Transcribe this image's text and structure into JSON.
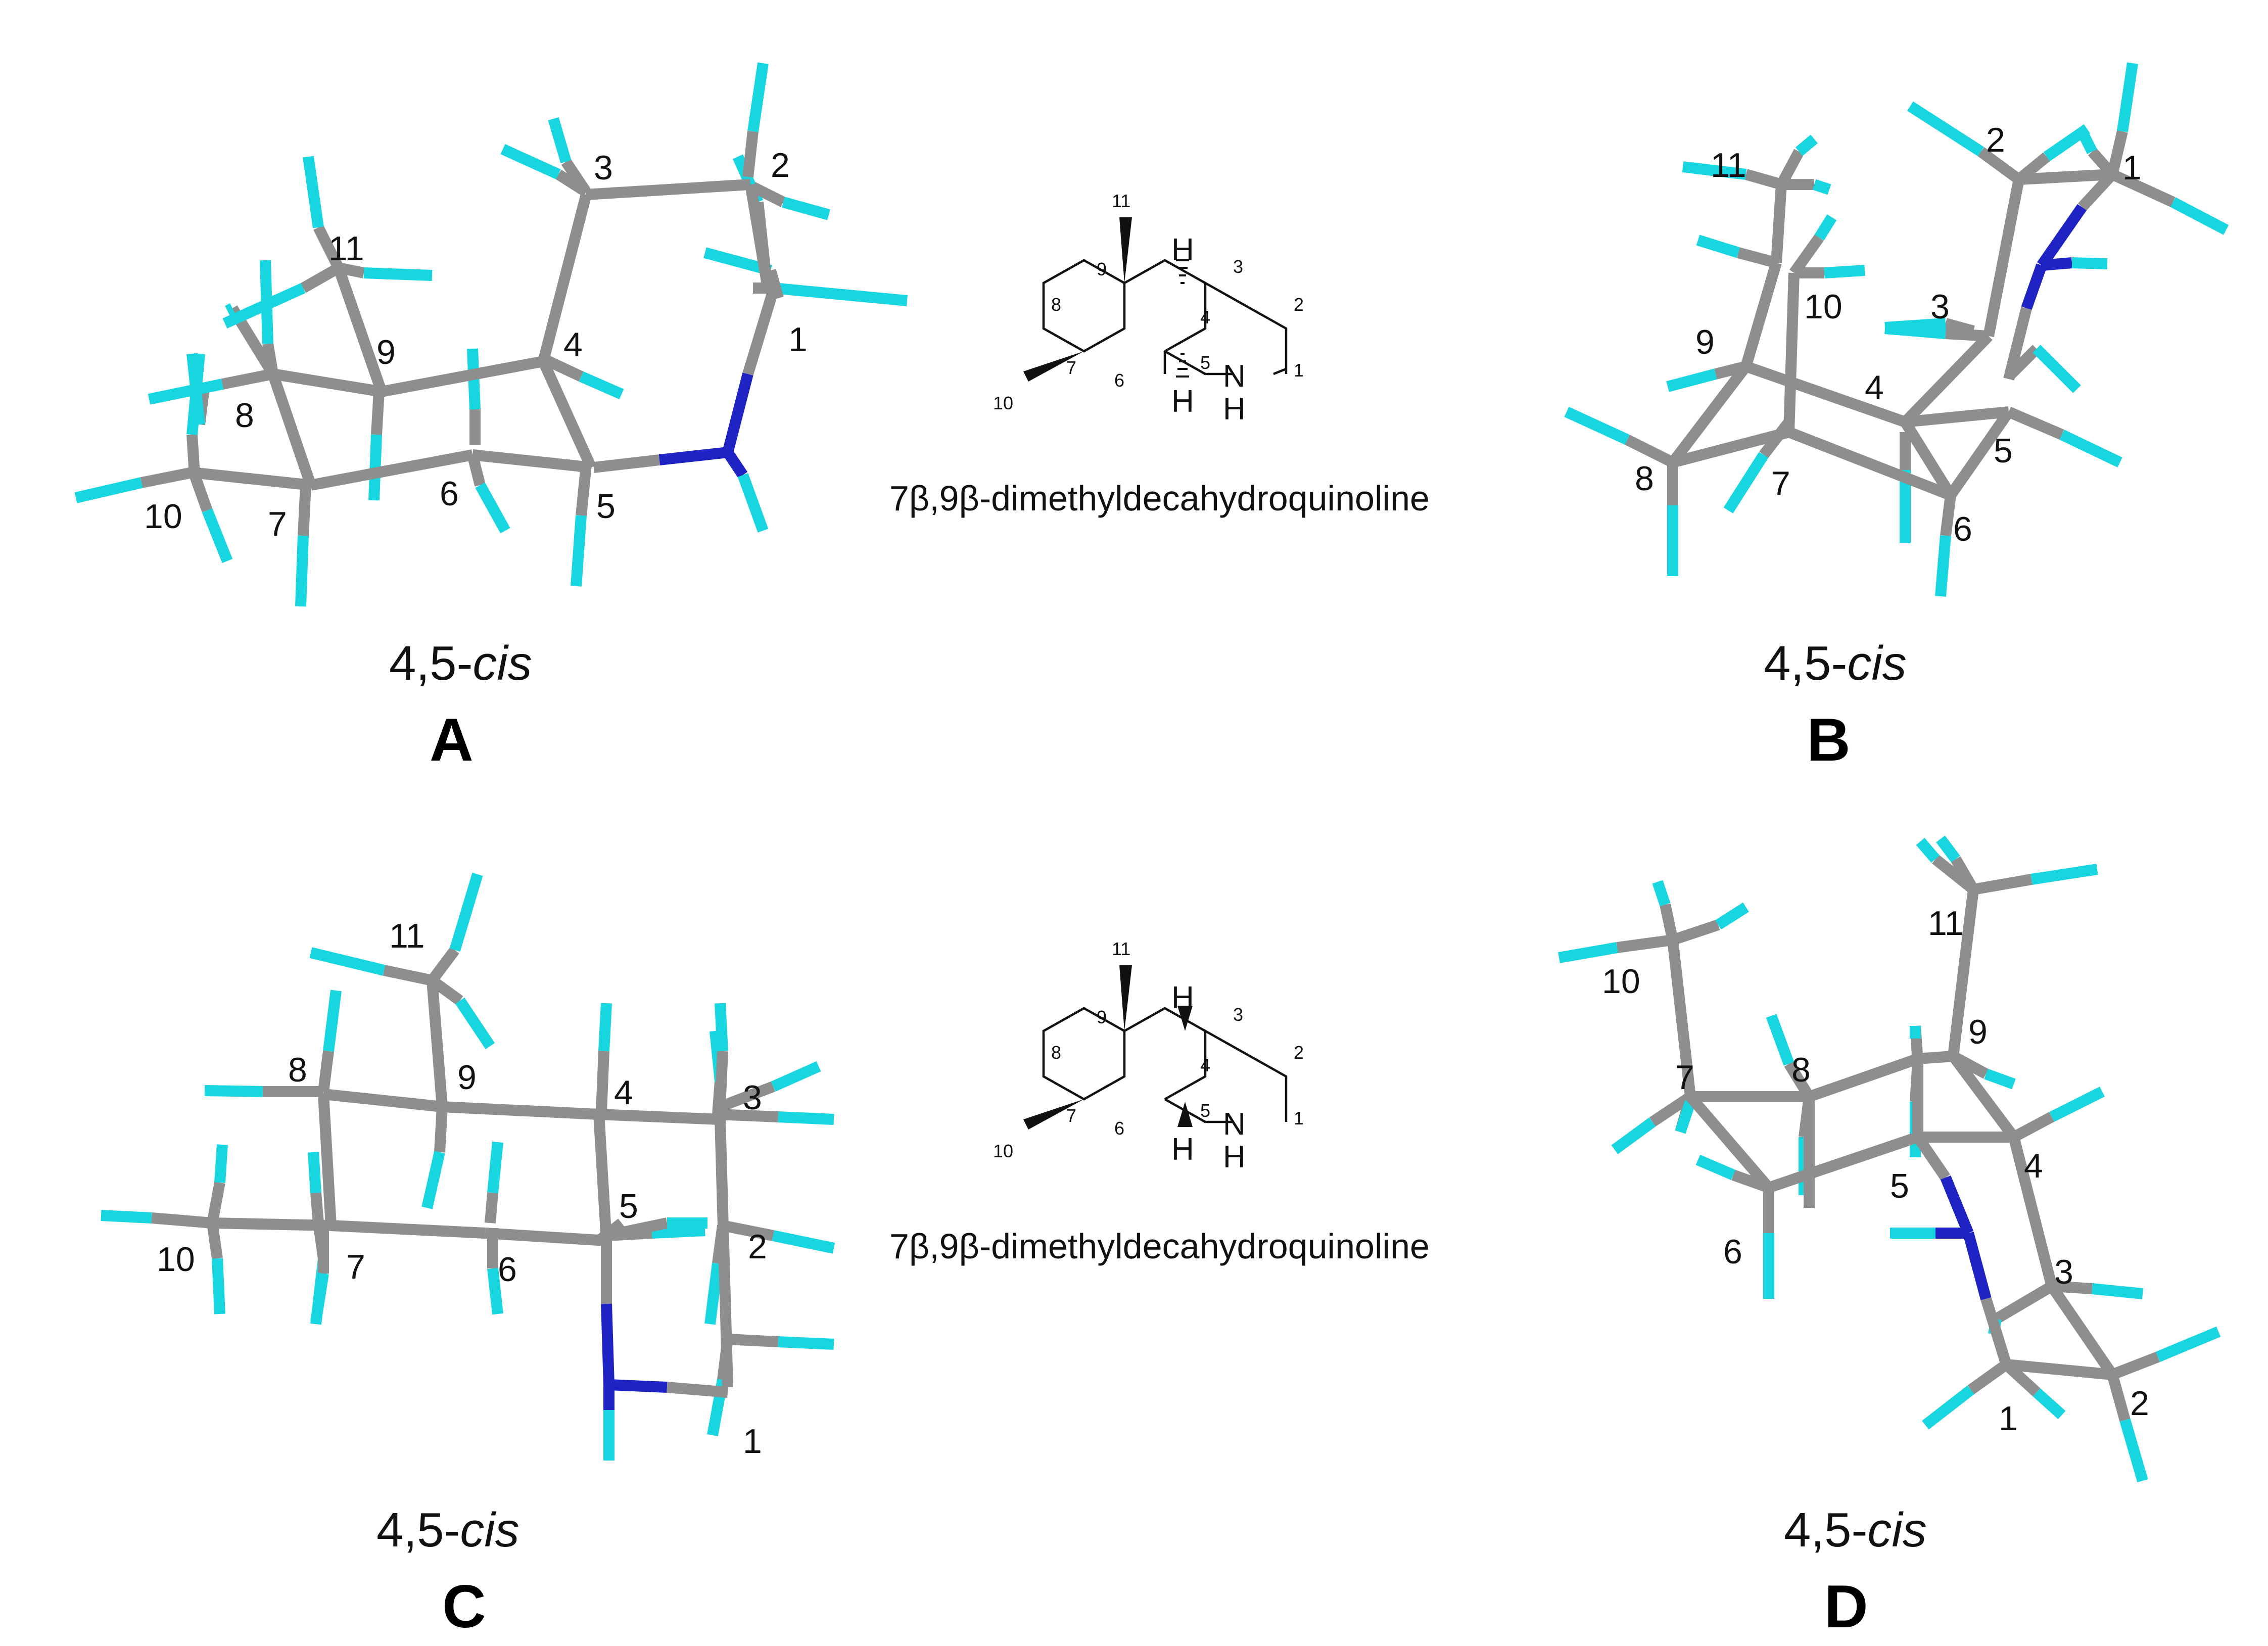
{
  "colors": {
    "carbon": "#8e8e8e",
    "hydrogen": "#17d6e0",
    "nitrogen": "#1f23c4"
  },
  "panels": [
    {
      "letter": "A",
      "config_prefix": "4,5-",
      "config_suffix": "cis",
      "atom_labels": [
        "1",
        "2",
        "3",
        "4",
        "5",
        "6",
        "7",
        "8",
        "9",
        "10",
        "11"
      ]
    },
    {
      "letter": "B",
      "config_prefix": "4,5-",
      "config_suffix": "cis",
      "atom_labels": [
        "1",
        "2",
        "3",
        "4",
        "5",
        "6",
        "7",
        "8",
        "9",
        "10",
        "11"
      ]
    },
    {
      "letter": "C",
      "config_prefix": "4,5-",
      "config_suffix": "cis",
      "atom_labels": [
        "1",
        "2",
        "3",
        "4",
        "5",
        "6",
        "7",
        "8",
        "9",
        "10",
        "11"
      ]
    },
    {
      "letter": "D",
      "config_prefix": "4,5-",
      "config_suffix": "cis",
      "atom_labels": [
        "1",
        "2",
        "3",
        "4",
        "5",
        "6",
        "7",
        "8",
        "9",
        "10",
        "11"
      ]
    }
  ],
  "structures": [
    {
      "name": "7β,9β-dimethyldecahydroquinoline",
      "h_label": "H",
      "nh_n": "N",
      "nh_h": "H",
      "numbers": [
        "1",
        "2",
        "3",
        "4",
        "5",
        "6",
        "7",
        "8",
        "9",
        "10",
        "11"
      ],
      "ring_fusion": "hashed"
    },
    {
      "name": "7β,9β-dimethyldecahydroquinoline",
      "h_label": "H",
      "nh_n": "N",
      "nh_h": "H",
      "numbers": [
        "1",
        "2",
        "3",
        "4",
        "5",
        "6",
        "7",
        "8",
        "9",
        "10",
        "11"
      ],
      "ring_fusion": "wedged"
    }
  ]
}
